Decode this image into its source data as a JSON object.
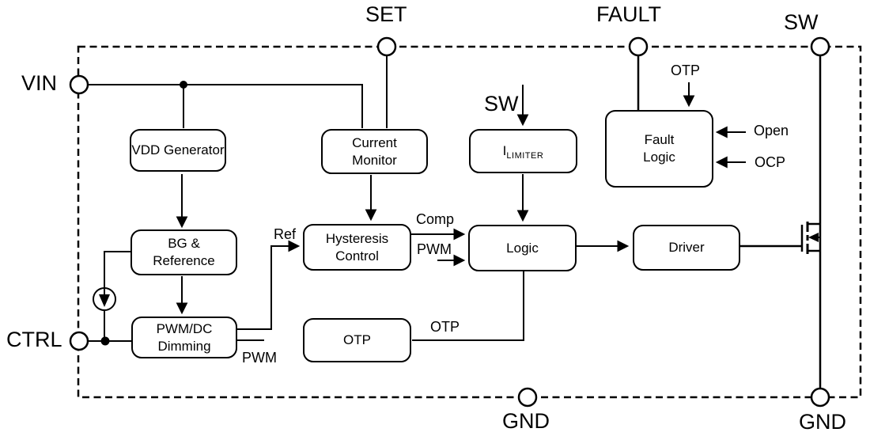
{
  "pins": {
    "vin": "VIN",
    "ctrl": "CTRL",
    "set": "SET",
    "fault": "FAULT",
    "sw": "SW",
    "gnd_center": "GND",
    "gnd_right": "GND"
  },
  "blocks": {
    "vdd_generator": {
      "label": "VDD Generator"
    },
    "current_monitor": {
      "line1": "Current",
      "line2": "Monitor"
    },
    "i_limiter": {
      "base": "I",
      "sub": "LIMITER"
    },
    "fault_logic": {
      "line1": "Fault",
      "line2": "Logic"
    },
    "bg_reference": {
      "line1": "BG &",
      "line2": "Reference"
    },
    "pwm_dc_dimming": {
      "line1": "PWM/DC",
      "line2": "Dimming"
    },
    "hysteresis_control": {
      "line1": "Hysteresis",
      "line2": "Control"
    },
    "otp": {
      "label": "OTP"
    },
    "logic": {
      "label": "Logic"
    },
    "driver": {
      "label": "Driver"
    }
  },
  "signals": {
    "sw_in": "SW",
    "otp_in": "OTP",
    "open": "Open",
    "ocp": "OCP",
    "ref": "Ref",
    "comp": "Comp",
    "pwm_out": "PWM",
    "pwm_in": "PWM",
    "otp_out": "OTP"
  },
  "colors": {
    "line": "#000000",
    "background": "#ffffff"
  }
}
